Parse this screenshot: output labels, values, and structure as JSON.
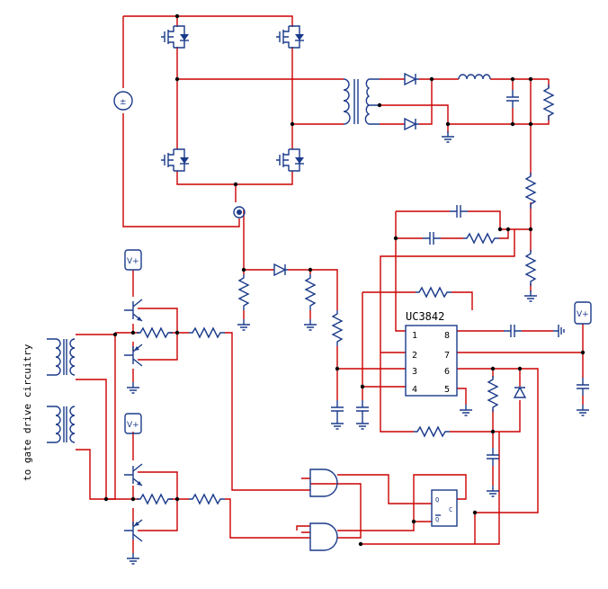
{
  "ic": {
    "name": "UC3842",
    "pins_left": [
      "1",
      "2",
      "3",
      "4"
    ],
    "pins_right": [
      "8",
      "7",
      "6",
      "5"
    ]
  },
  "supply_labels": [
    "V+",
    "V+",
    "V+"
  ],
  "side_label": "to gate drive circuitry",
  "flipflop_pins": [
    "Q",
    "Q",
    "C"
  ],
  "colors": {
    "wire": "#cc0000",
    "component": "#1a3a8a",
    "junction": "#000000"
  }
}
